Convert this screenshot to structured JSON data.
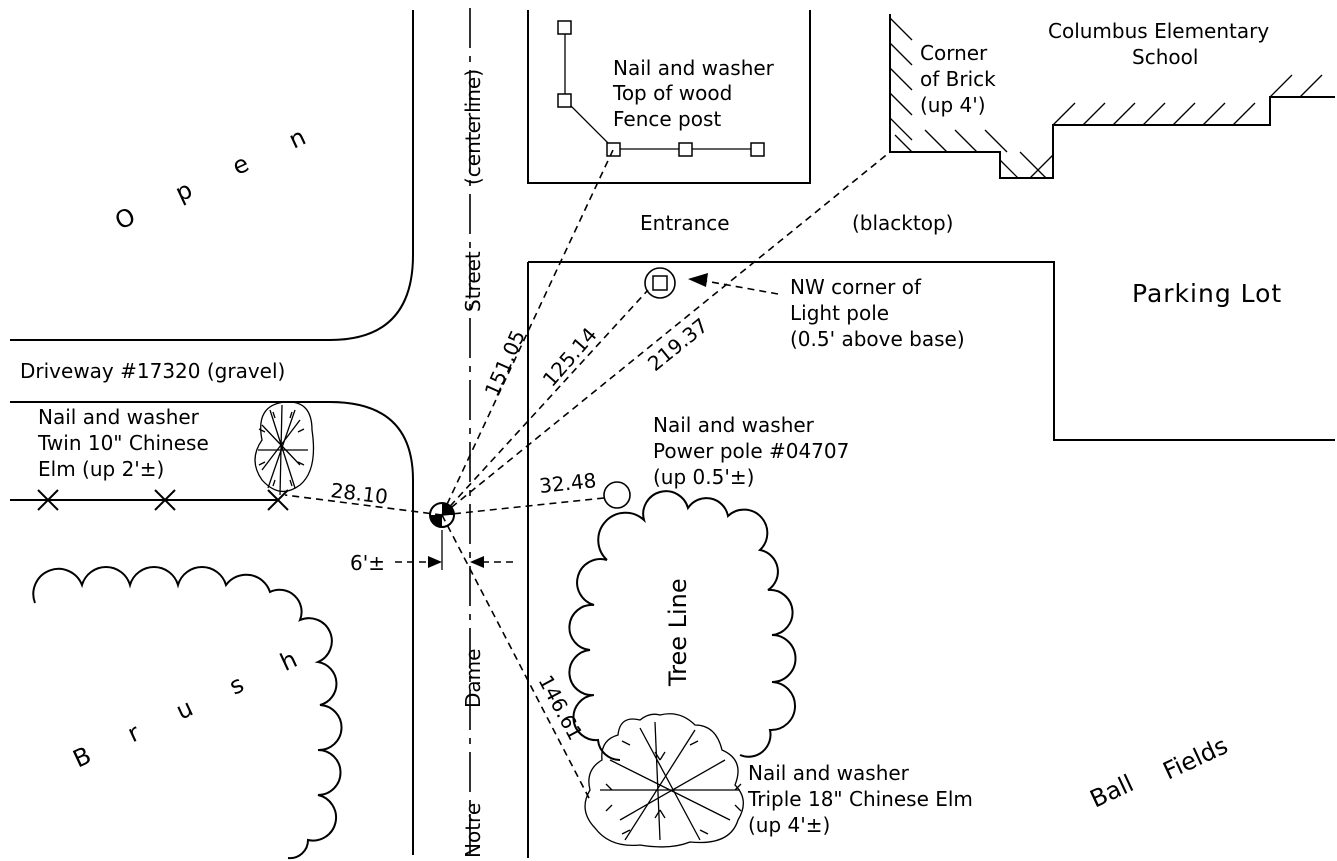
{
  "labels": {
    "open": "O p e n",
    "brush": "B r u s h",
    "street": "Street",
    "centerline": "(centerline)",
    "dame": "Dame",
    "notre": "Notre",
    "entrance": "Entrance",
    "blacktop": "(blacktop)",
    "parking_lot": "Parking Lot",
    "ball": "Ball",
    "fields": "Fields",
    "tree_line": "Tree Line",
    "driveway": "Driveway #17320   (gravel)",
    "school_1": "Columbus Elementary",
    "school_2": "School",
    "offset": "6'±"
  },
  "notes": {
    "fence": [
      "Nail and washer",
      "Top of wood",
      "Fence post"
    ],
    "brick": [
      "Corner",
      "of Brick",
      "(up 4')"
    ],
    "light_pole": [
      "NW corner of",
      "Light pole",
      "(0.5' above base)"
    ],
    "power_pole": [
      "Nail and washer",
      "Power pole #04707",
      "(up 0.5'±)"
    ],
    "twin_elm": [
      "Nail and washer",
      "Twin 10\" Chinese",
      "Elm (up 2'±)"
    ],
    "triple_elm": [
      "Nail and washer",
      "Triple 18\" Chinese Elm",
      "(up 4'±)"
    ]
  },
  "distances": {
    "fence": "151.05",
    "light": "125.14",
    "brick": "219.37",
    "power": "32.48",
    "twin_elm": "28.10",
    "triple_elm": "146.61"
  }
}
